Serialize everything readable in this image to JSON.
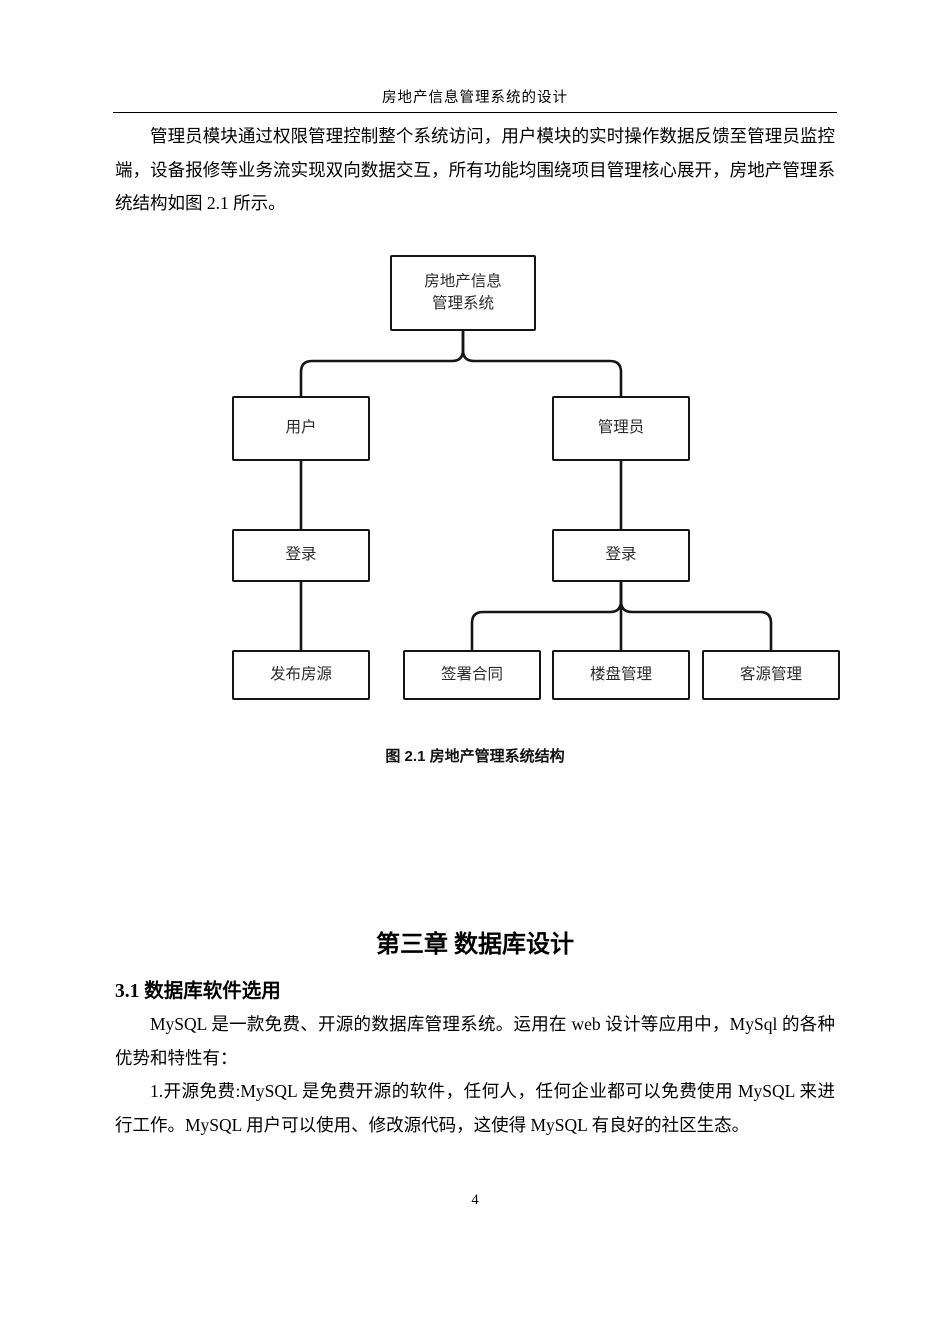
{
  "document": {
    "header_title": "房地产信息管理系统的设计",
    "intro_paragraph": "管理员模块通过权限管理控制整个系统访问，用户模块的实时操作数据反馈至管理员监控端，设备报修等业务流实现双向数据交互，所有功能均围绕项目管理核心展开，房地产管理系统结构如图 2.1 所示。",
    "figure_caption": "图 2.1 房地产管理系统结构",
    "chapter_title": "第三章 数据库设计",
    "section_heading": "3.1 数据库软件选用",
    "mysql_intro_paragraph": "MySQL 是一款免费、开源的数据库管理系统。运用在 web 设计等应用中，MySql 的各种优势和特性有：",
    "mysql_point1_paragraph": "1.开源免费:MySQL 是免费开源的软件，任何人，任何企业都可以免费使用  MySQL 来进行工作。MySQL 用户可以使用、修改源代码，这使得 MySQL 有良好的社区生态。",
    "page_number": "4"
  },
  "diagram": {
    "root_line1": "房地产信息",
    "root_line2": "管理系统",
    "nodes": {
      "user": "用户",
      "admin": "管理员",
      "login_left": "登录",
      "login_right": "登录",
      "publish": "发布房源",
      "contract": "签署合同",
      "building": "楼盘管理",
      "customer": "客源管理"
    },
    "line_color": "#151515"
  }
}
